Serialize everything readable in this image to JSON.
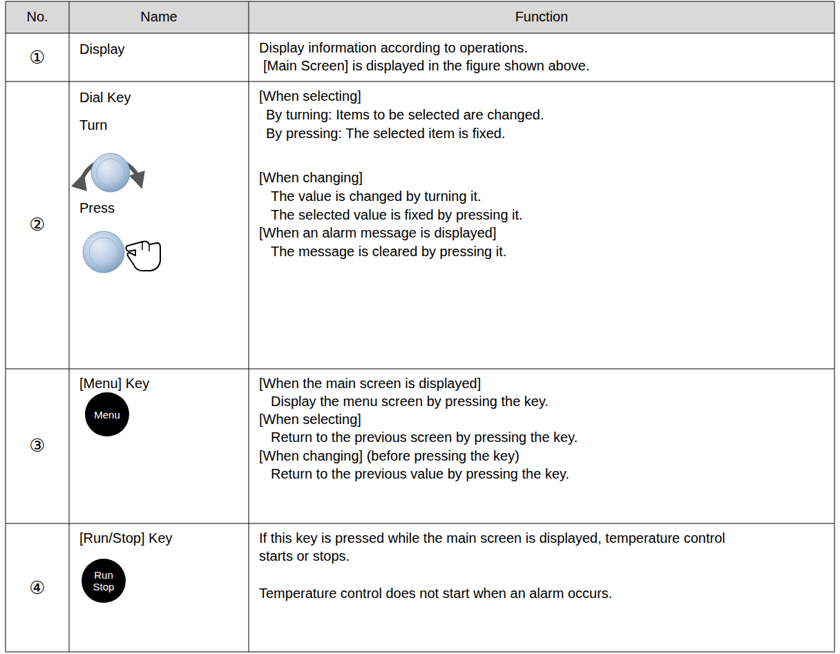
{
  "diagram": {
    "nodes": [
      {
        "text": [
          "Menu"
        ]
      },
      {
        "text": [
          "Run Stop"
        ]
      }
    ],
    "labels": [
      "No.",
      "Name",
      "Function",
      "①",
      "Display",
      "Display information according to operations.",
      "[Main Screen] is displayed in the figure shown above.",
      "②",
      "Dial Key",
      "Turn",
      "Press",
      "[When selecting]",
      "By turning: Items to be selected are changed.",
      "By pressing: The selected item is fixed.",
      "[When changing]",
      "The value is changed by turning it.",
      "The selected value is fixed by pressing it.",
      "[When an alarm message is displayed]",
      "The message is cleared by pressing it.",
      "③",
      "[Menu] Key",
      "[When the main screen is displayed]",
      "Display the menu screen by pressing the key.",
      "[When selecting]",
      "Return to the previous screen by pressing the key.",
      "[When changing] (before pressing the key)",
      "Return to the previous value by pressing the key.",
      "④",
      "[Run/Stop] Key",
      "If this key is pressed while the main screen is displayed, temperature control starts or stops.",
      "Temperature control does not start when an alarm occurs."
    ]
  }
}
